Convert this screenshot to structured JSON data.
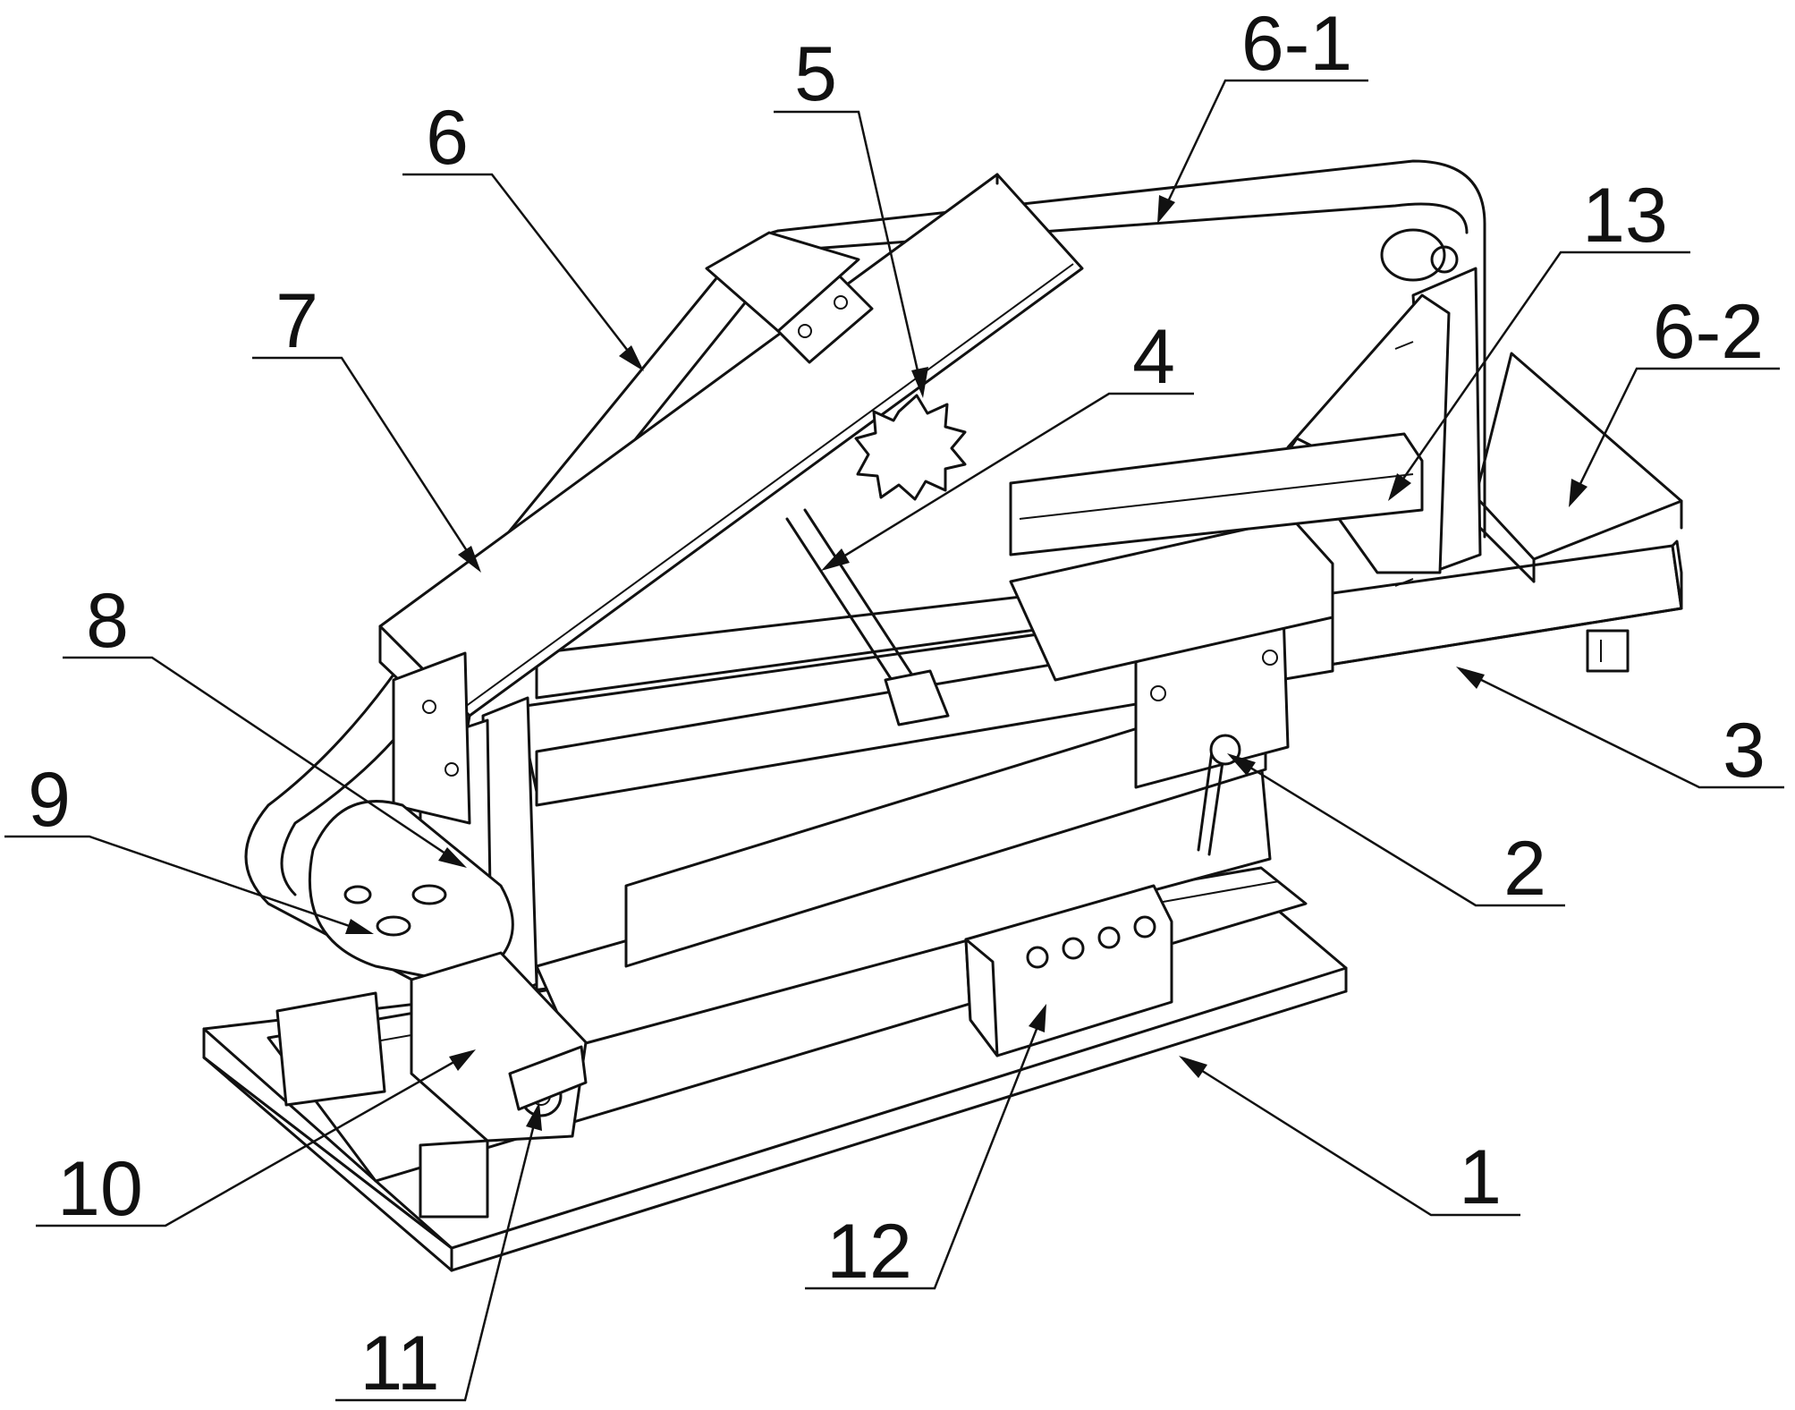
{
  "labels": {
    "l1": "1",
    "l2": "2",
    "l3": "3",
    "l4": "4",
    "l5": "5",
    "l6": "6",
    "l6_1": "6-1",
    "l6_2": "6-2",
    "l7": "7",
    "l8": "8",
    "l9": "9",
    "l10": "10",
    "l11": "11",
    "l12": "12",
    "l13": "13"
  }
}
